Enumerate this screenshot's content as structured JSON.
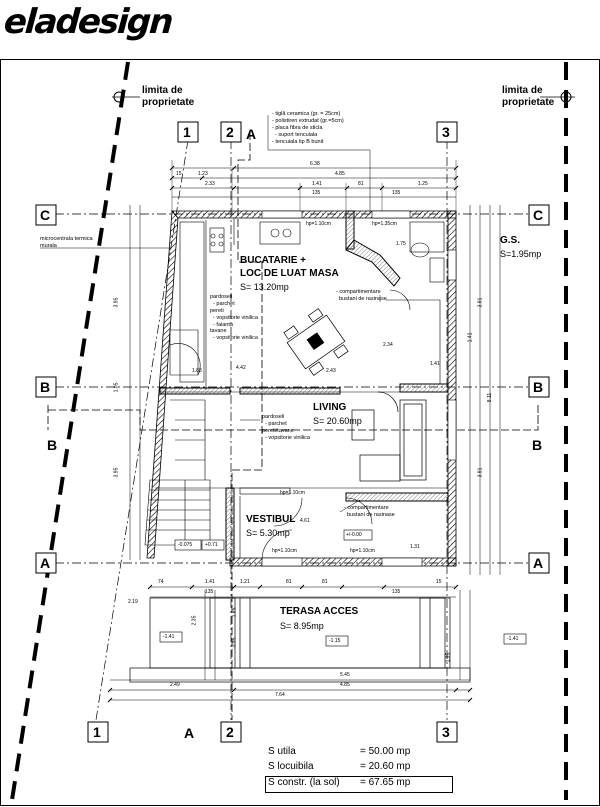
{
  "logo": "eladesign",
  "property_limit": "limita de\nproprietate",
  "axes": {
    "vertical": [
      "1",
      "2",
      "3"
    ],
    "horizontal": [
      "A",
      "B",
      "C"
    ],
    "section": [
      "A",
      "B"
    ]
  },
  "rooms": [
    {
      "name": "BUCATARIE +",
      "name2": "LOC DE LUAT MASA",
      "area": "S= 13.20mp"
    },
    {
      "name": "LIVING",
      "area": "S= 20.60mp"
    },
    {
      "name": "VESTIBUL",
      "area": "S= 5.30mp"
    },
    {
      "name": "TERASA ACCES",
      "area": "S= 8.95mp"
    },
    {
      "name": "G.S.",
      "area": "S=1.95mp"
    }
  ],
  "notes": {
    "finishes_kitchen": "pardoseli\n  - parchet\npereti\n  - vopsitorie vinilica\n  - faianta\ntavane\n  - vopsitorie vinilica",
    "finishes_living": "pardoseli\n  - parchet\npereti/tavane\n  - vopsitorie vinilica",
    "roof_layers": "- tiglă ceramica (gr. = 25cm)\n- polistiren extrudat (gr.=5cm)\n- placa fibra de sticla\n  - suport tencuiala\n- tencuiala tip B bunit",
    "microcentrala": "microcentrala termica\nmurala",
    "compartment1": "- compartimentare\n  bustani de rasinase",
    "compartment2": "- compartimentare\n  bustani de rasinase"
  },
  "dimensions": {
    "top_total": "6.38",
    "top_row2": [
      "1.23",
      "4.85",
      "15"
    ],
    "top_row3": [
      "2.33",
      "1.41",
      "81",
      "1.25"
    ],
    "top_row4": [
      "135",
      "135"
    ],
    "bottom_row1": [
      "74",
      "1.41",
      "1.21",
      "81",
      "81",
      "15"
    ],
    "bottom_row2": [
      "135",
      "135"
    ],
    "bottom_total": "7.64",
    "bottom_sub": [
      "2.49",
      "5.45",
      "4.85"
    ],
    "left_vert": [
      "3.95",
      "1.05",
      "3.95"
    ],
    "right_vert": [
      "3.91",
      "8.11",
      "1.41",
      "3.91"
    ],
    "levels": [
      "-1.41",
      "-1.15",
      "-1.41",
      "+/-0.00",
      "-0.075",
      "+0.71"
    ],
    "window_tags": [
      "hp=1.10cm",
      "hp=1.35cm",
      "hp=1.10cm",
      "hp=1.10cm",
      "hp=1.10cm"
    ],
    "misc": [
      "4.42",
      "2.43",
      "2.34",
      "1.83",
      "4.61",
      "1.31",
      "2.19",
      "2.35",
      "1.65",
      "0.95",
      "1.95",
      "1.75",
      "1.41"
    ]
  },
  "summary": [
    {
      "label": "S utila",
      "value": "= 50.00 mp"
    },
    {
      "label": "S locuibila",
      "value": "= 20.60 mp"
    },
    {
      "label": "S constr. (la sol)",
      "value": "= 67.65 mp"
    }
  ]
}
